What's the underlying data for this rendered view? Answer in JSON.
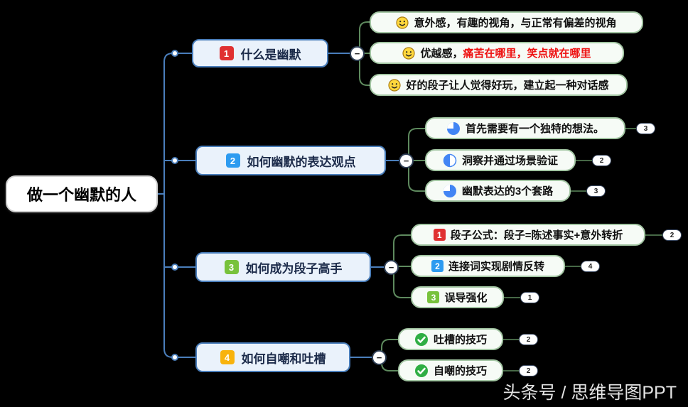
{
  "root": {
    "label": "做一个幽默的人"
  },
  "footer": {
    "credit": "头条号 / 思维导图PPT"
  },
  "ui": {
    "collapse_glyph": "−"
  },
  "colors": {
    "background": "#000000",
    "branch_line": "#4a7ebb",
    "sub_line": "#5e8a5e",
    "main_node_border": "#4a7ebb",
    "sub_node_border": "#a3c6a3",
    "badge_red": "#e03131",
    "badge_blue": "#2d9bf0",
    "badge_green": "#78c23c",
    "badge_orange": "#f8b30d",
    "highlight_text_red": "#ee1111"
  },
  "branches": [
    {
      "num": "1",
      "label": "什么是幽默",
      "children": [
        {
          "icon": "smiley-icon",
          "text": "意外感，有趣的视角，与正常有偏差的视角"
        },
        {
          "icon": "smiley-icon",
          "text": "优越感，",
          "text_red": "痛苦在哪里，笑点就在哪里"
        },
        {
          "icon": "smiley-icon",
          "text": "好的段子让人觉得好玩，建立起一种对话感"
        }
      ]
    },
    {
      "num": "2",
      "label": "如何幽默的表达观点",
      "children": [
        {
          "icon": "pie-three-quarter-icon",
          "text": "首先需要有一个独特的想法。",
          "count": "3"
        },
        {
          "icon": "pie-half-icon",
          "text": "洞察并通过场景验证",
          "count": "2"
        },
        {
          "icon": "pie-three-quarter-icon",
          "text": "幽默表达的3个套路",
          "count": "3"
        }
      ]
    },
    {
      "num": "3",
      "label": "如何成为段子高手",
      "children": [
        {
          "num": "1",
          "text": "段子公式：段子=陈述事实+意外转折",
          "count": "2"
        },
        {
          "num": "2",
          "text": "连接词实现剧情反转",
          "count": "4"
        },
        {
          "num": "3",
          "text": "误导强化",
          "count": "1"
        }
      ]
    },
    {
      "num": "4",
      "label": "如何自嘲和吐槽",
      "children": [
        {
          "icon": "check-icon",
          "text": "吐槽的技巧",
          "count": "2"
        },
        {
          "icon": "check-icon",
          "text": "自嘲的技巧",
          "count": "2"
        }
      ]
    }
  ]
}
